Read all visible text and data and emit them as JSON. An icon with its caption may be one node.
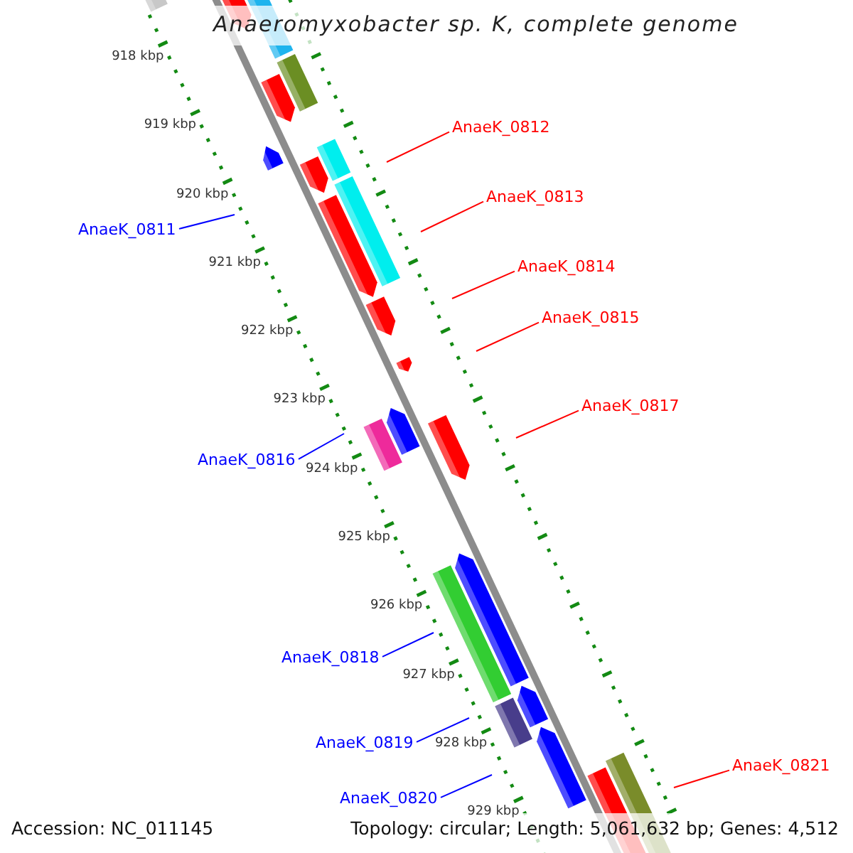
{
  "diagram": {
    "title": "Anaeromyxobacter sp. K, complete genome",
    "nodes": [
      {
        "text": [
          "AnaeK_0812"
        ]
      },
      {
        "text": [
          "AnaeK_0813"
        ]
      },
      {
        "text": [
          "AnaeK_0811"
        ]
      },
      {
        "text": [
          "AnaeK_0814"
        ]
      },
      {
        "text": [
          "AnaeK_0815"
        ]
      },
      {
        "text": [
          "AnaeK_0817"
        ]
      },
      {
        "text": [
          "AnaeK_0816"
        ]
      },
      {
        "text": [
          "AnaeK_0818"
        ]
      },
      {
        "text": [
          "AnaeK_0819"
        ]
      },
      {
        "text": [
          "AnaeK_0821"
        ]
      },
      {
        "text": [
          "AnaeK_0820"
        ]
      }
    ],
    "edges": [
      {
        "from": 0,
        "to": null,
        "arrow": "none",
        "color": "#ff0000"
      },
      {
        "from": 1,
        "to": null,
        "arrow": "none",
        "color": "#ff0000"
      },
      {
        "from": 2,
        "to": null,
        "arrow": "none",
        "color": "#0000ff"
      },
      {
        "from": 3,
        "to": null,
        "arrow": "none",
        "color": "#ff0000"
      },
      {
        "from": 4,
        "to": null,
        "arrow": "none",
        "color": "#ff0000"
      },
      {
        "from": 5,
        "to": null,
        "arrow": "none",
        "color": "#ff0000"
      },
      {
        "from": 6,
        "to": null,
        "arrow": "none",
        "color": "#0000ff"
      },
      {
        "from": 7,
        "to": null,
        "arrow": "none",
        "color": "#0000ff"
      },
      {
        "from": 8,
        "to": null,
        "arrow": "none",
        "color": "#0000ff"
      },
      {
        "from": 9,
        "to": null,
        "arrow": "none",
        "color": "#ff0000"
      },
      {
        "from": 10,
        "to": null,
        "arrow": "none",
        "color": "#0000ff"
      }
    ],
    "labels": [
      "918 kbp",
      "919 kbp",
      "920 kbp",
      "921 kbp",
      "922 kbp",
      "923 kbp",
      "924 kbp",
      "925 kbp",
      "926 kbp",
      "927 kbp",
      "928 kbp",
      "929 kbp",
      "Accession: NC_011145",
      "Topology: circular; Length: 5,061,632 bp; Genes: 4,512"
    ]
  }
}
